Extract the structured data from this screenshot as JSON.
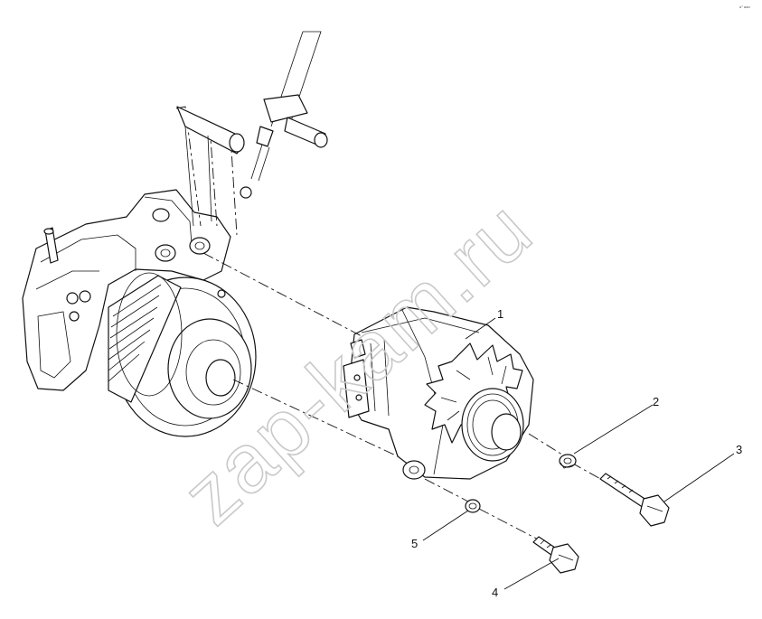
{
  "corner_mark": "o° ooo",
  "watermark": "zap-kam.ru",
  "callouts": [
    {
      "id": "1",
      "label": "1"
    },
    {
      "id": "2",
      "label": "2"
    },
    {
      "id": "3",
      "label": "3"
    },
    {
      "id": "4",
      "label": "4"
    },
    {
      "id": "5",
      "label": "5"
    }
  ],
  "colors": {
    "ink": "#111111",
    "watermark": "#c9c9c9",
    "background": "#ffffff"
  }
}
